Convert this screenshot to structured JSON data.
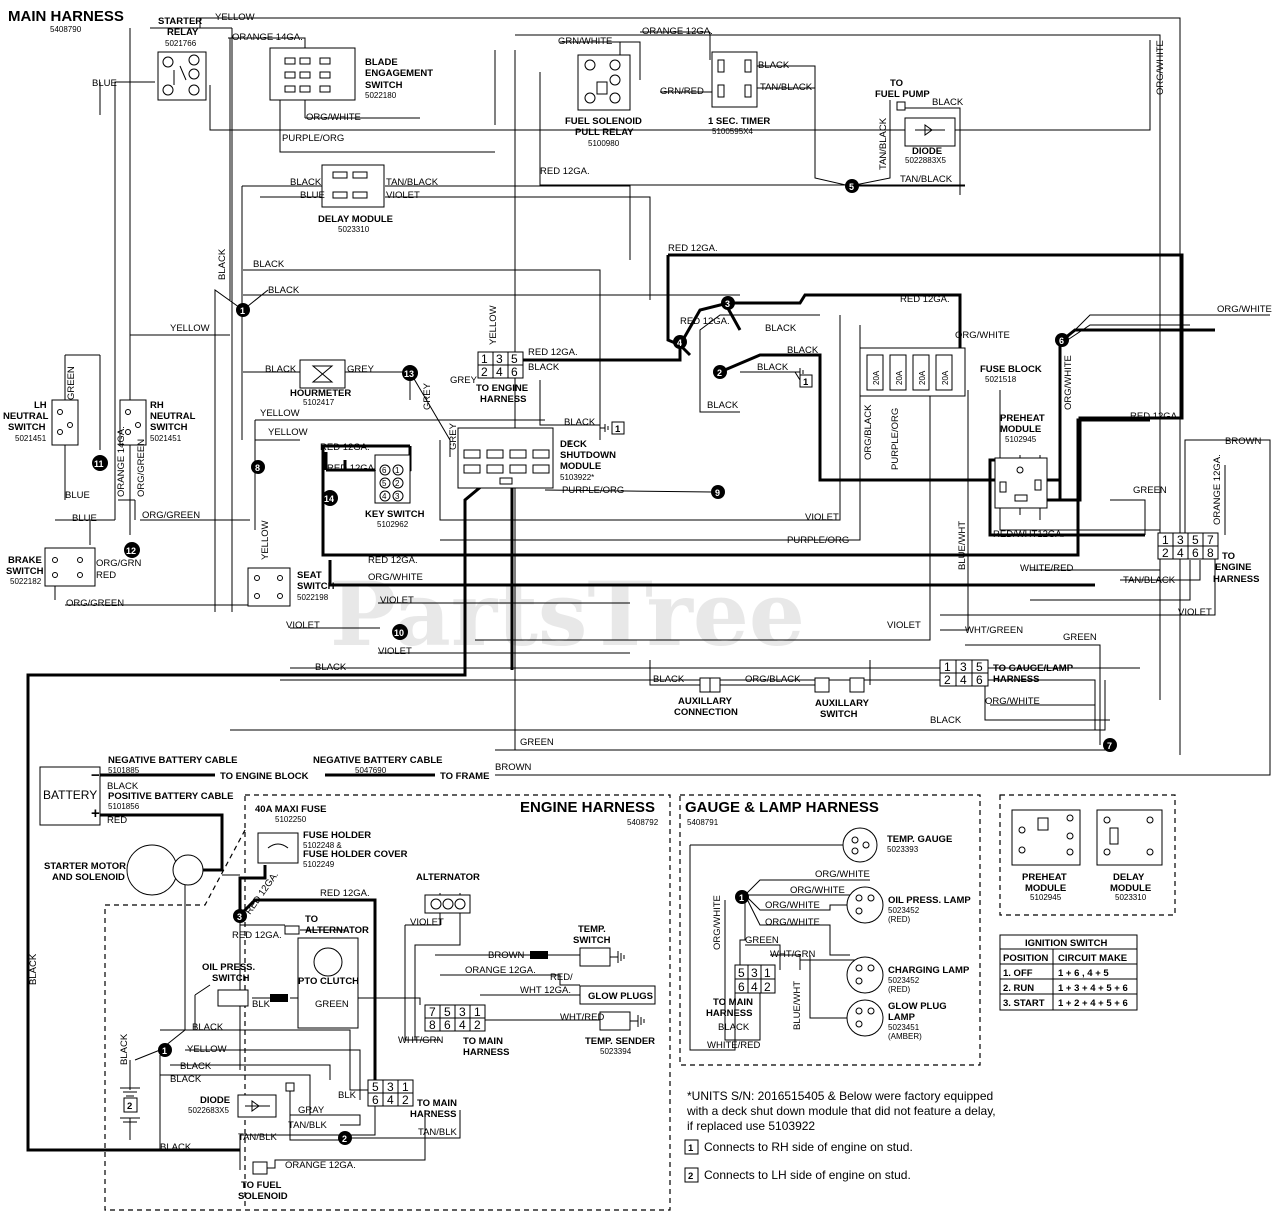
{
  "watermark": "PartsTree",
  "main_harness": {
    "title": "MAIN HARNESS",
    "part": "5408790"
  },
  "engine_harness": {
    "title": "ENGINE HARNESS",
    "part": "5408792"
  },
  "gauge_harness": {
    "title": "GAUGE & LAMP HARNESS",
    "part": "5408791"
  },
  "components": {
    "starter_relay": {
      "name": [
        "STARTER",
        "RELAY"
      ],
      "part": "5021766"
    },
    "blade_switch": {
      "name": [
        "BLADE",
        "ENGAGEMENT",
        "SWITCH"
      ],
      "part": "5022180"
    },
    "fuel_relay": {
      "name": [
        "FUEL SOLENOID",
        "PULL RELAY"
      ],
      "part": "5100980"
    },
    "timer": {
      "name": [
        "1 SEC. TIMER"
      ],
      "part": "5100595X4"
    },
    "to_fuel_pump": [
      "TO",
      "FUEL PUMP"
    ],
    "diode_main": {
      "name": [
        "DIODE"
      ],
      "part": "5022883X5"
    },
    "delay_module": {
      "name": [
        "DELAY MODULE"
      ],
      "part": "5023310"
    },
    "hourmeter": {
      "name": [
        "HOURMETER"
      ],
      "part": "5102417"
    },
    "lh_neutral": {
      "name": [
        "LH",
        "NEUTRAL",
        "SWITCH"
      ],
      "part": "5021451"
    },
    "rh_neutral": {
      "name": [
        "RH",
        "NEUTRAL",
        "SWITCH"
      ],
      "part": "5021451"
    },
    "to_engine_harness_a": [
      "TO ENGINE",
      "HARNESS"
    ],
    "deck_module": {
      "name": [
        "DECK",
        "SHUTDOWN",
        "MODULE"
      ],
      "part": "5103922*"
    },
    "key_switch": {
      "name": [
        "KEY SWITCH"
      ],
      "part": "5102962"
    },
    "brake_switch": {
      "name": [
        "BRAKE",
        "SWITCH"
      ],
      "part": "5022182"
    },
    "seat_switch": {
      "name": [
        "SEAT",
        "SWITCH"
      ],
      "part": "5022198"
    },
    "fuse_block": {
      "name": [
        "FUSE BLOCK"
      ],
      "part": "5021518",
      "fuses": [
        "20A",
        "20A",
        "20A",
        "20A"
      ]
    },
    "preheat_module": {
      "name": [
        "PREHEAT",
        "MODULE"
      ],
      "part": "5102945"
    },
    "to_engine_harness_b": [
      "TO",
      "ENGINE",
      "HARNESS"
    ],
    "to_gauge_lamp": [
      "TO GAUGE/LAMP",
      "HARNESS"
    ],
    "aux_connection": [
      "AUXILLARY",
      "CONNECTION"
    ],
    "aux_switch": [
      "AUXILLARY",
      "SWITCH"
    ],
    "battery": "BATTERY",
    "neg_cable_1": {
      "name": "NEGATIVE BATTERY CABLE",
      "part": "5101885",
      "to": "TO ENGINE BLOCK"
    },
    "neg_cable_2": {
      "name": "NEGATIVE BATTERY CABLE",
      "part": "5047690",
      "to": "TO FRAME"
    },
    "pos_cable": {
      "name": "POSITIVE BATTERY CABLE",
      "part": "5101856"
    },
    "maxi_fuse": {
      "name": "40A MAXI FUSE",
      "part": "5102250"
    },
    "fuse_holder": {
      "name": [
        "FUSE HOLDER",
        "5102248 &",
        "FUSE HOLDER COVER"
      ],
      "part": "5102249"
    },
    "starter_motor": [
      "STARTER MOTOR",
      "AND SOLENOID"
    ],
    "to_alternator": [
      "TO",
      "ALTERNATOR"
    ],
    "alternator": "ALTERNATOR",
    "oil_press_switch": [
      "OIL PRESS.",
      "SWITCH"
    ],
    "pto_clutch": "PTO CLUTCH",
    "temp_switch": [
      "TEMP.",
      "SWITCH"
    ],
    "glow_plugs": "GLOW PLUGS",
    "temp_sender": {
      "name": "TEMP. SENDER",
      "part": "5023394"
    },
    "to_main_harness_a": [
      "TO MAIN",
      "HARNESS"
    ],
    "to_main_harness_b": [
      "TO MAIN",
      "HARNESS"
    ],
    "diode_engine": {
      "name": "DIODE",
      "part": "5022683X5"
    },
    "to_fuel_solenoid": [
      "TO FUEL",
      "SOLENOID"
    ],
    "temp_gauge": {
      "name": "TEMP. GAUGE",
      "part": "5023393"
    },
    "oil_lamp": {
      "name": "OIL PRESS. LAMP",
      "part": "5023452",
      "note": "(RED)"
    },
    "charging_lamp": {
      "name": "CHARGING LAMP",
      "part": "5023452",
      "note": "(RED)"
    },
    "glow_lamp": {
      "name": [
        "GLOW PLUG",
        "LAMP"
      ],
      "part": "5023451",
      "note": "(AMBER)"
    },
    "to_main_harness_c": [
      "TO MAIN",
      "HARNESS"
    ],
    "preheat_small": {
      "name": [
        "PREHEAT",
        "MODULE"
      ],
      "part": "5102945"
    },
    "delay_small": {
      "name": [
        "DELAY",
        "MODULE"
      ],
      "part": "5023310"
    }
  },
  "wire_labels": [
    "YELLOW",
    "ORANGE 14GA.",
    "BLUE",
    "ORG/WHITE",
    "PURPLE/ORG",
    "GRN/WHITE",
    "ORANGE 12GA.",
    "BLACK",
    "TAN/BLACK",
    "GRN/RED",
    "RED 12GA.",
    "VIOLET",
    "GREY",
    "ORG/BLACK",
    "WHT/GRN",
    "WHITE/RED",
    "TAN/BLK",
    "BLK",
    "GREEN",
    "BROWN",
    "ORG/GREEN",
    "RED/WHT12GA.",
    "BLUE/WHT",
    "WHT/GREEN",
    "RED/",
    "WHT 12GA.",
    "WHT/RED",
    "GRAY",
    "ORG/GRN",
    "RED"
  ],
  "connector_pins": {
    "engine_a_top": [
      "1",
      "3",
      "5"
    ],
    "engine_a_bottom": [
      "2",
      "4",
      "6"
    ],
    "engine_b_top": [
      "1",
      "3",
      "5",
      "7"
    ],
    "engine_b_bottom": [
      "2",
      "4",
      "6",
      "8"
    ],
    "gauge_top": [
      "1",
      "3",
      "5"
    ],
    "gauge_bottom": [
      "2",
      "4",
      "6"
    ],
    "eng_main_top": [
      "7",
      "5",
      "3",
      "1"
    ],
    "eng_main_bottom": [
      "8",
      "6",
      "4",
      "2"
    ],
    "eng_small_top": [
      "5",
      "3",
      "1"
    ],
    "eng_small_bottom": [
      "6",
      "4",
      "2"
    ],
    "gl_top": [
      "5",
      "3",
      "1"
    ],
    "gl_bottom": [
      "6",
      "4",
      "2"
    ],
    "key_pins": [
      "6",
      "1",
      "5",
      "2",
      "4",
      "3"
    ]
  },
  "nodes": [
    "1",
    "2",
    "3",
    "4",
    "5",
    "6",
    "7",
    "8",
    "9",
    "10",
    "11",
    "12",
    "13",
    "14"
  ],
  "ignition_table": {
    "title": "IGNITION SWITCH",
    "headers": [
      "POSITION",
      "CIRCUIT MAKE"
    ],
    "rows": [
      [
        "1. OFF",
        "1 + 6 , 4 + 5"
      ],
      [
        "2. RUN",
        "1 + 3 + 4 + 5 + 6"
      ],
      [
        "3. START",
        "1 + 2 + 4 + 5 + 6"
      ]
    ]
  },
  "notes": {
    "units": [
      "*UNITS S/N: 2016515405 & Below were factory equipped",
      "with a deck shut down module that did not feature a delay,",
      "if replaced use 5103922"
    ],
    "ref1": {
      "num": "1",
      "text": "Connects to RH side of engine on stud."
    },
    "ref2": {
      "num": "2",
      "text": "Connects to LH side of engine on stud."
    }
  }
}
